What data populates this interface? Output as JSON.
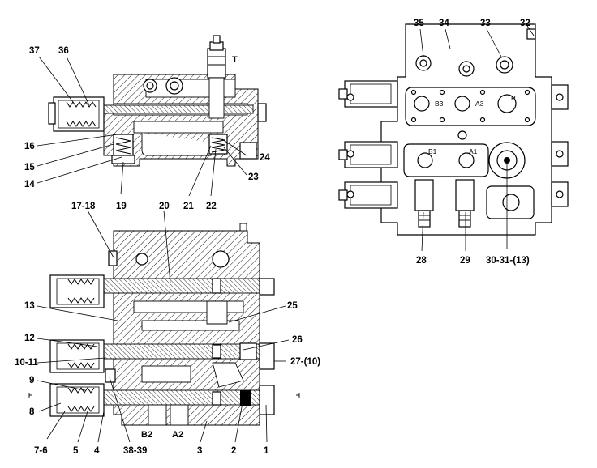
{
  "diagram": {
    "callouts_top_left": {
      "c37": "37",
      "c36": "36",
      "c16": "16",
      "c15": "15",
      "c14": "14",
      "c19": "19",
      "c21": "21",
      "c22": "22",
      "c23": "23",
      "c24": "24"
    },
    "port_T": "T",
    "callouts_right": {
      "c35": "35",
      "c34": "34",
      "c33": "33",
      "c32": "32",
      "c28": "28",
      "c29": "29",
      "c30": "30-31-(13)"
    },
    "ports_right": {
      "b3": "B3",
      "a3": "A3",
      "p": "P",
      "b1": "B1",
      "a1": "A1"
    },
    "callouts_bottom_left": {
      "c17": "17-18",
      "c20": "20",
      "c13": "13",
      "c25": "25",
      "c12": "12",
      "c26": "26",
      "c10": "10-11",
      "c27": "27-(10)",
      "c9": "9",
      "c8": "8",
      "c76": "7-6",
      "c5": "5",
      "c4": "4",
      "c3839": "38-39",
      "c3": "3",
      "c2": "2",
      "c1": "1"
    },
    "ports_bottom": {
      "b2": "B2",
      "a2": "A2"
    }
  }
}
